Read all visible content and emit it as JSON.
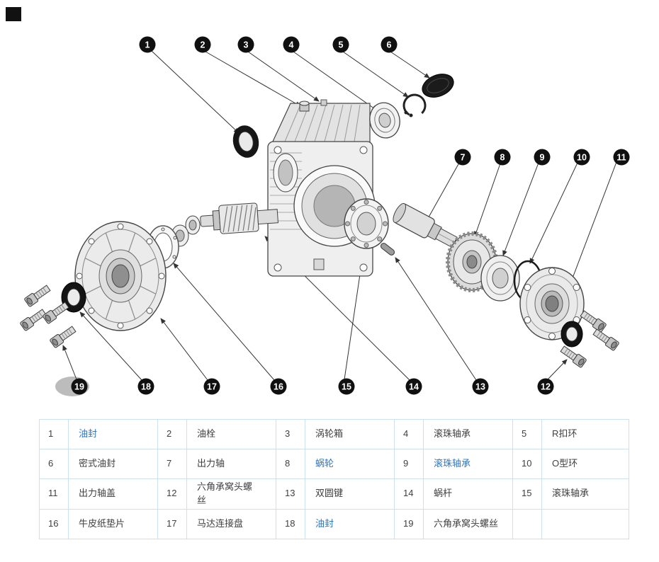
{
  "diagram": {
    "callouts": [
      "1",
      "2",
      "3",
      "4",
      "5",
      "6",
      "7",
      "8",
      "9",
      "10",
      "11",
      "12",
      "13",
      "14",
      "15",
      "16",
      "17",
      "18",
      "19"
    ]
  },
  "table": {
    "rows": [
      [
        {
          "num": "1",
          "name": "油封",
          "link": true
        },
        {
          "num": "2",
          "name": "油栓",
          "link": false
        },
        {
          "num": "3",
          "name": "涡轮箱",
          "link": false
        },
        {
          "num": "4",
          "name": "滚珠轴承",
          "link": false
        },
        {
          "num": "5",
          "name": "R扣环",
          "link": false
        }
      ],
      [
        {
          "num": "6",
          "name": "密式油封",
          "link": false
        },
        {
          "num": "7",
          "name": "出力轴",
          "link": false
        },
        {
          "num": "8",
          "name": "蜗轮",
          "link": true
        },
        {
          "num": "9",
          "name": "滚珠轴承",
          "link": true
        },
        {
          "num": "10",
          "name": "O型环",
          "link": false
        }
      ],
      [
        {
          "num": "11",
          "name": "出力轴盖",
          "link": false
        },
        {
          "num": "12",
          "name": "六角承窝头螺丝",
          "link": false
        },
        {
          "num": "13",
          "name": "双圆键",
          "link": false
        },
        {
          "num": "14",
          "name": "蜗杆",
          "link": false
        },
        {
          "num": "15",
          "name": "滚珠轴承",
          "link": false
        }
      ],
      [
        {
          "num": "16",
          "name": "牛皮纸垫片",
          "link": false
        },
        {
          "num": "17",
          "name": "马达连接盘",
          "link": false
        },
        {
          "num": "18",
          "name": "油封",
          "link": true
        },
        {
          "num": "19",
          "name": "六角承窝头螺丝",
          "link": false
        },
        {
          "num": "",
          "name": "",
          "link": false
        }
      ]
    ]
  },
  "colors": {
    "border": "#cde0f0",
    "link": "#2e75c0",
    "text": "#404040",
    "callout": "#101010"
  }
}
